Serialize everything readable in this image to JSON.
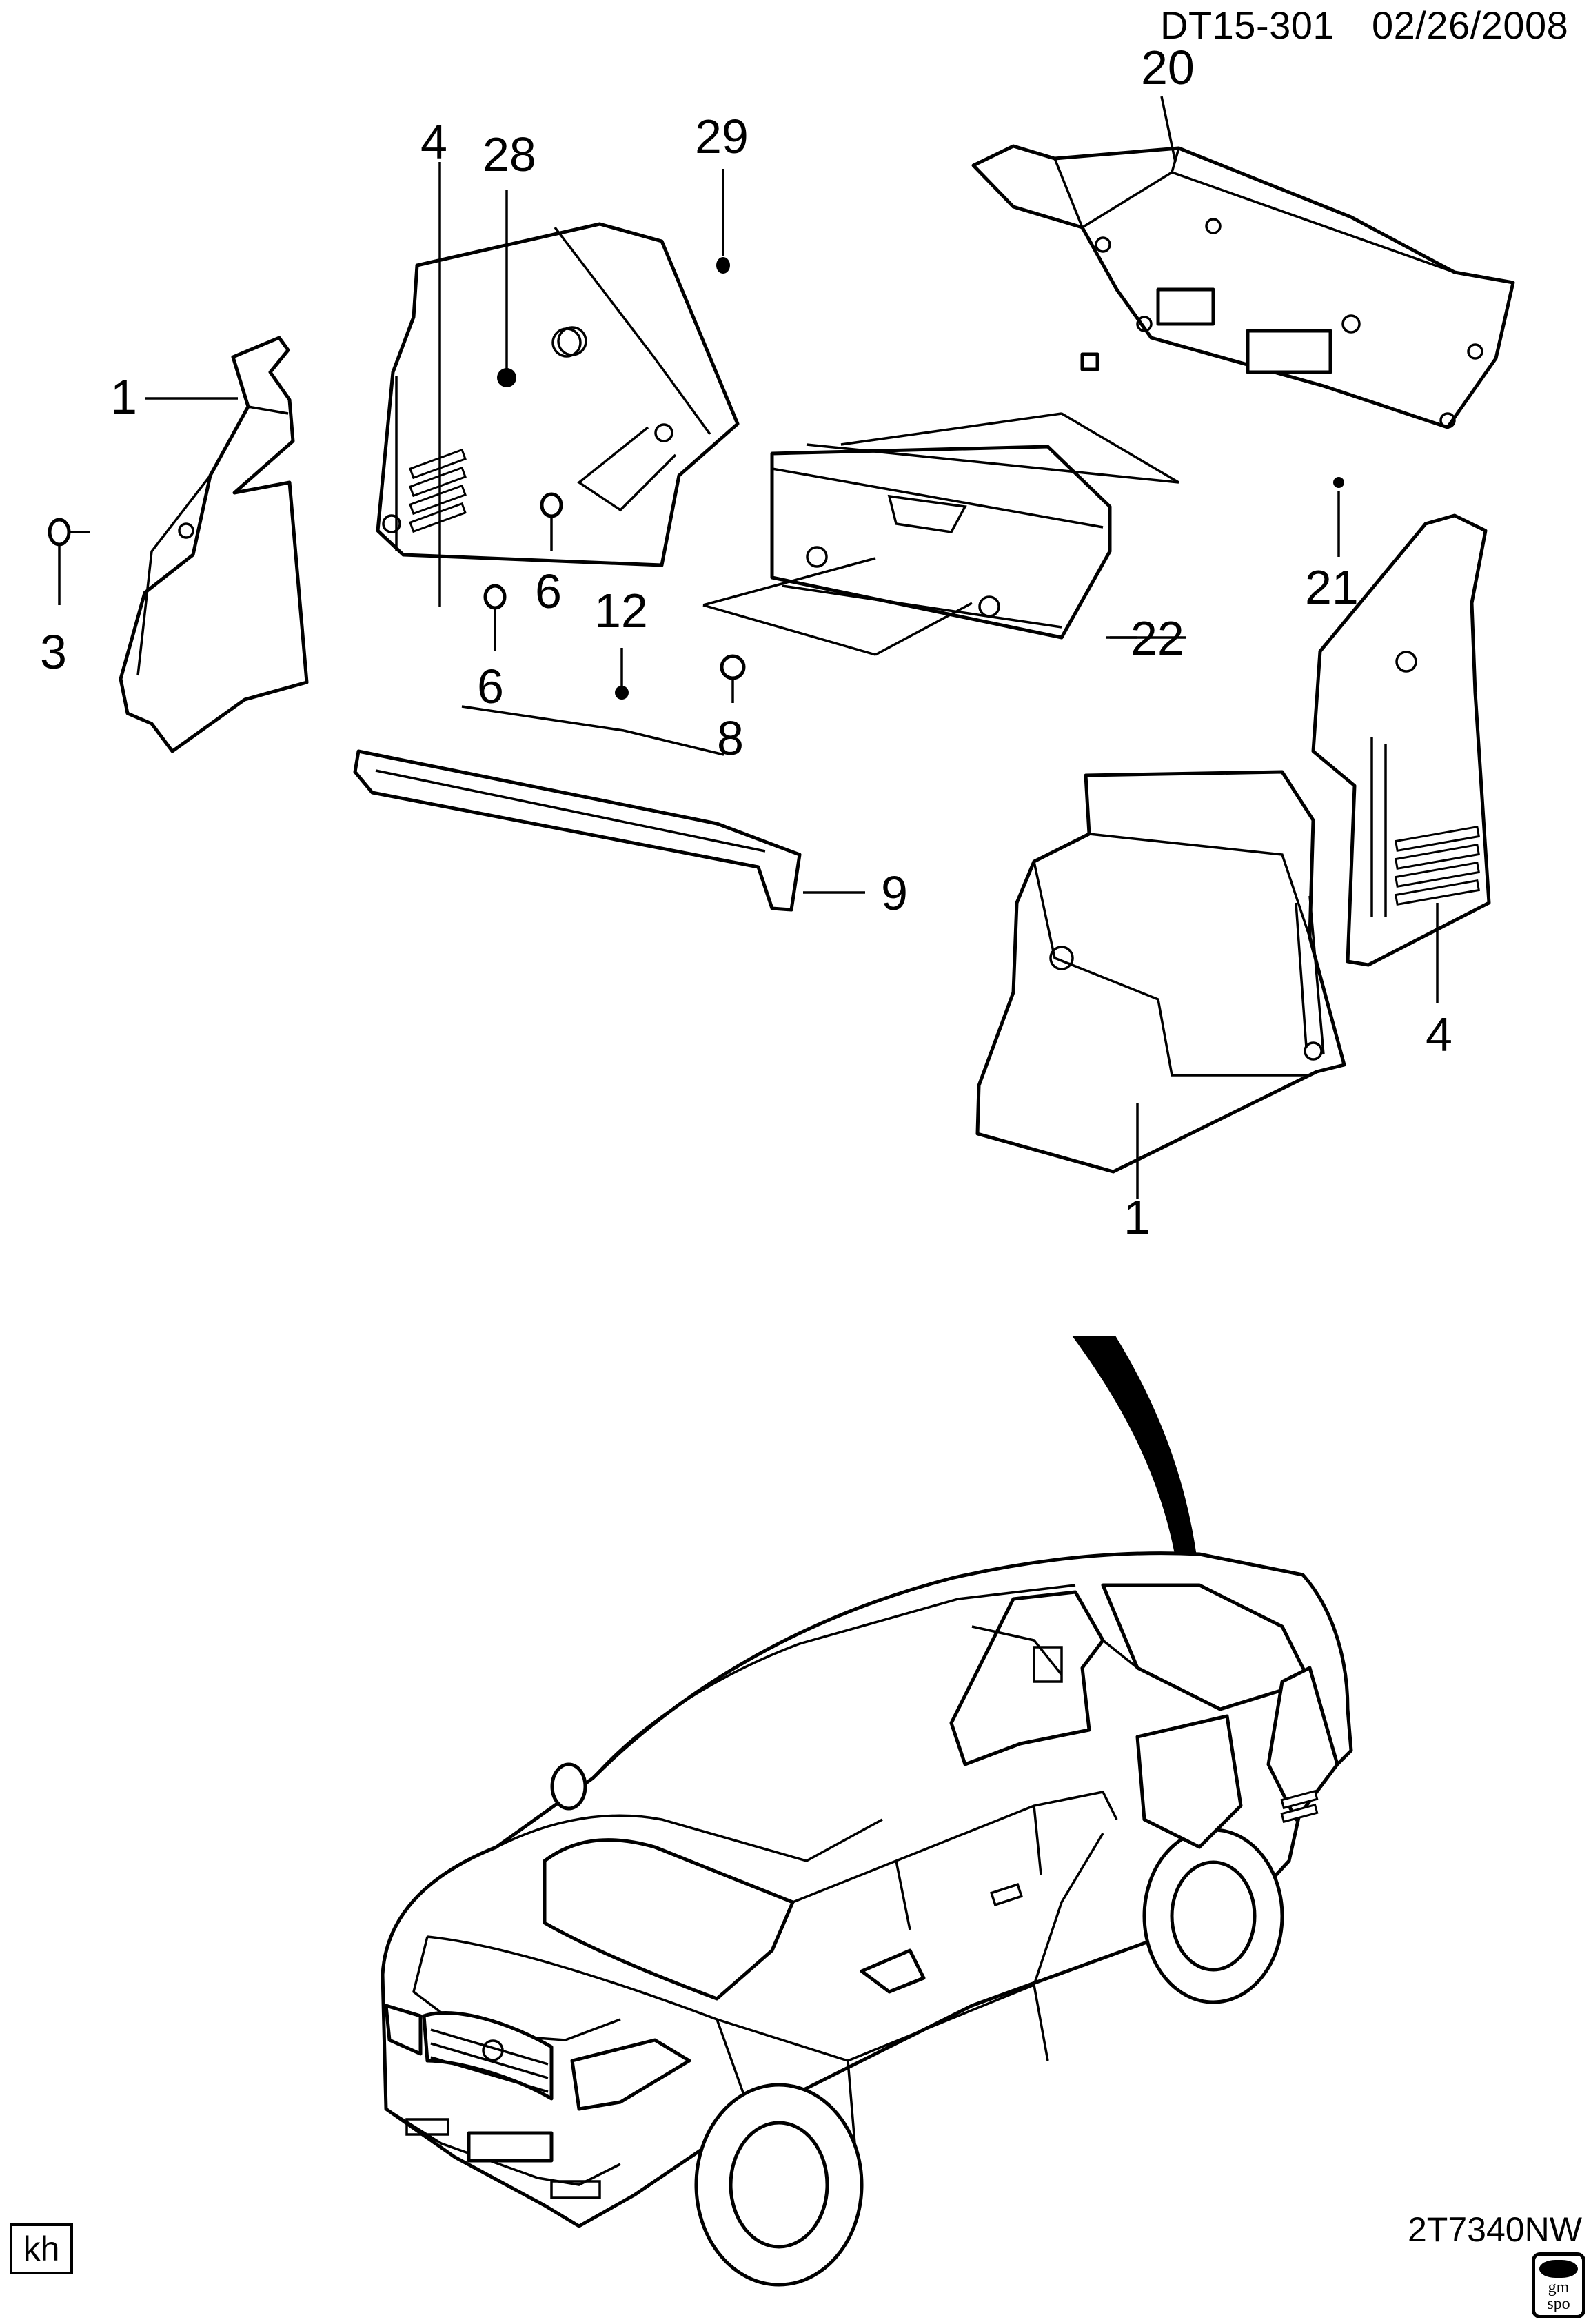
{
  "header": {
    "doc_code": "DT15-301",
    "doc_date": "02/26/2008"
  },
  "figure": {
    "illustration_code": "2T7340NW",
    "corner_tag": "kh",
    "logo_text": "gm spo"
  },
  "callouts": {
    "c20": "20",
    "c4_top": "4",
    "c28": "28",
    "c29": "29",
    "c1_left": "1",
    "c3": "3",
    "c6_a": "6",
    "c6_b": "6",
    "c12": "12",
    "c8": "8",
    "c22": "22",
    "c21": "21",
    "c9": "9",
    "c4_right": "4",
    "c1_right": "1"
  }
}
